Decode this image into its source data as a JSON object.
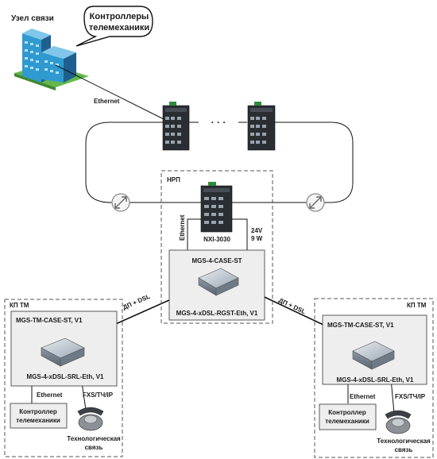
{
  "hub": {
    "title": "Узел связи",
    "bubble_line1": "Контроллеры",
    "bubble_line2": "телемеханики"
  },
  "links": {
    "ethernet_top": "Ethernet",
    "ring_dots": "· · ·"
  },
  "nrp": {
    "title": "НРП",
    "switch_name": "NXI-3030",
    "ethernet_vertical": "Ethernet",
    "power_v": "24V",
    "power_w": "9 W",
    "case": "MGS-4-CASE-ST",
    "modem": "MGS-4-xDSL-RGST-Eth, V1"
  },
  "kp_left": {
    "title": "КП ТМ",
    "case": "MGS-TM-CASE-ST, V1",
    "modem": "MGS-4-xDSL-SRL-Eth, V1",
    "ethernet": "Ethernet",
    "fxs": "FXS/ТЧ/IP",
    "controller_line1": "Контроллер",
    "controller_line2": "телемеханики",
    "phone_line1": "Технологическая",
    "phone_line2": "связь",
    "dsl_link": "ДП + DSL"
  },
  "kp_right": {
    "title": "КП ТМ",
    "case": "MGS-TM-CASE-ST, V1",
    "modem": "MGS-4-xDSL-SRL-Eth, V1",
    "ethernet": "Ethernet",
    "fxs": "FXS/ТЧ/IP",
    "controller_line1": "Контроллер",
    "controller_line2": "телемеханики",
    "phone_line1": "Технологическая",
    "phone_line2": "связь",
    "dsl_link": "ДП + DSL"
  },
  "colors": {
    "building_front": "#2f9ad0",
    "building_side": "#1f5f8f",
    "grass": "#63b84a",
    "switch_body": "#2a2e33",
    "switch_green": "#2e8b3c",
    "panel_fill": "#eeeeee",
    "line": "#111111"
  }
}
